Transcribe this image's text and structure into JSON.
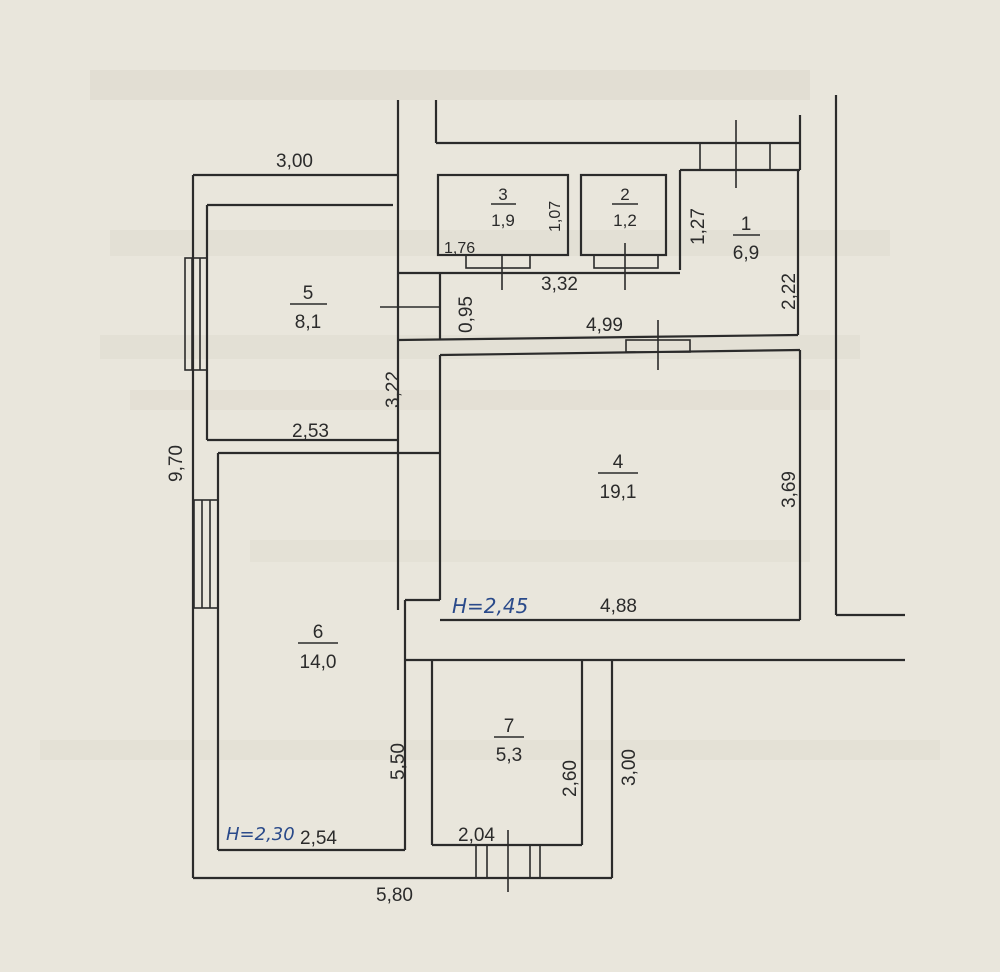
{
  "plan": {
    "rooms": [
      {
        "number": "1",
        "area": "6,9"
      },
      {
        "number": "2",
        "area": "1,2"
      },
      {
        "number": "3",
        "area": "1,9"
      },
      {
        "number": "4",
        "area": "19,1"
      },
      {
        "number": "5",
        "area": "8,1"
      },
      {
        "number": "6",
        "area": "14,0"
      },
      {
        "number": "7",
        "area": "5,3"
      }
    ],
    "dimensions": {
      "top_left_width": "3,00",
      "overall_height": "9,70",
      "room5_height": "3,22",
      "room5_width": "2,53",
      "room3_width": "1,76",
      "room3_height": "1,07",
      "corridor_width": "3,32",
      "corridor_height": "0,95",
      "room1_step": "1,27",
      "room1_height": "2,22",
      "room4_top_width": "4,99",
      "room4_height": "3,69",
      "room4_bottom_width": "4,88",
      "room6_height": "5,50",
      "room6_width": "2,54",
      "room7_inner_height": "2,60",
      "room7_outer_height": "3,00",
      "room7_width": "2,04",
      "overall_bottom_width": "5,80"
    },
    "ceiling_heights": {
      "room4": "H=2,45",
      "room6": "H=2,30"
    }
  }
}
